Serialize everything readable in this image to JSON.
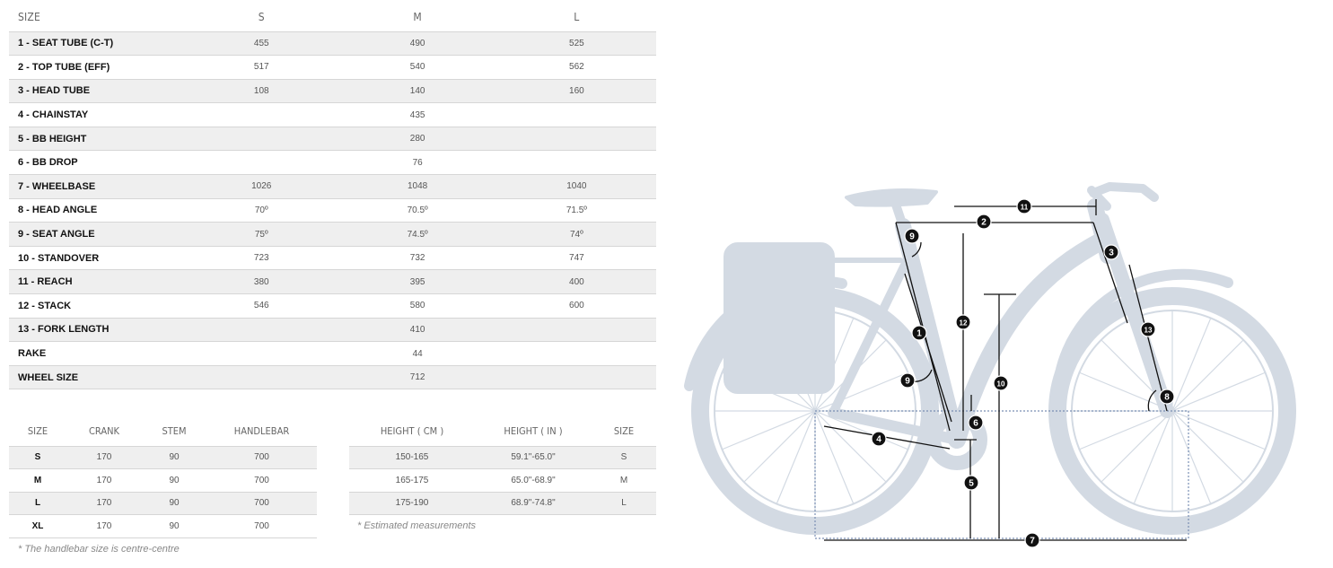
{
  "geometry_table": {
    "headers": [
      "SIZE",
      "S",
      "M",
      "L"
    ],
    "rows": [
      {
        "label": "1 - SEAT TUBE (C-T)",
        "s": "455",
        "m": "490",
        "l": "525"
      },
      {
        "label": "2 - TOP TUBE (EFF)",
        "s": "517",
        "m": "540",
        "l": "562"
      },
      {
        "label": "3 - HEAD TUBE",
        "s": "108",
        "m": "140",
        "l": "160"
      },
      {
        "label": "4 - CHAINSTAY",
        "s": "",
        "m": "435",
        "l": ""
      },
      {
        "label": "5 - BB HEIGHT",
        "s": "",
        "m": "280",
        "l": ""
      },
      {
        "label": "6 - BB DROP",
        "s": "",
        "m": "76",
        "l": ""
      },
      {
        "label": "7 - WHEELBASE",
        "s": "1026",
        "m": "1048",
        "l": "1040"
      },
      {
        "label": "8 - HEAD ANGLE",
        "s": "70º",
        "m": "70.5º",
        "l": "71.5º"
      },
      {
        "label": "9 - SEAT ANGLE",
        "s": "75º",
        "m": "74.5º",
        "l": "74º"
      },
      {
        "label": "10 - STANDOVER",
        "s": "723",
        "m": "732",
        "l": "747"
      },
      {
        "label": "11 - REACH",
        "s": "380",
        "m": "395",
        "l": "400"
      },
      {
        "label": "12 - STACK",
        "s": "546",
        "m": "580",
        "l": "600"
      },
      {
        "label": "13 - FORK LENGTH",
        "s": "",
        "m": "410",
        "l": ""
      },
      {
        "label": "RAKE",
        "s": "",
        "m": "44",
        "l": ""
      },
      {
        "label": "WHEEL SIZE",
        "s": "",
        "m": "712",
        "l": ""
      }
    ]
  },
  "components_table": {
    "headers": [
      "SIZE",
      "CRANK",
      "STEM",
      "HANDLEBAR"
    ],
    "rows": [
      [
        "S",
        "170",
        "90",
        "700"
      ],
      [
        "M",
        "170",
        "90",
        "700"
      ],
      [
        "L",
        "170",
        "90",
        "700"
      ],
      [
        "XL",
        "170",
        "90",
        "700"
      ]
    ],
    "note": "* The handlebar size is centre-centre"
  },
  "height_table": {
    "headers": [
      "HEIGHT ( CM )",
      "HEIGHT ( IN )",
      "SIZE"
    ],
    "rows": [
      [
        "150-165",
        "59.1\"-65.0\"",
        "S"
      ],
      [
        "165-175",
        "65.0\"-68.9\"",
        "M"
      ],
      [
        "175-190",
        "68.9\"-74.8\"",
        "L"
      ]
    ],
    "note": "* Estimated measurements"
  },
  "diagram": {
    "markers": [
      "1",
      "2",
      "3",
      "4",
      "5",
      "6",
      "7",
      "8",
      "9",
      "9",
      "10",
      "11",
      "12",
      "13"
    ],
    "colors": {
      "bike": "#d3dae3",
      "lines": "#111111",
      "ground_box": "#7a8fb3"
    }
  }
}
